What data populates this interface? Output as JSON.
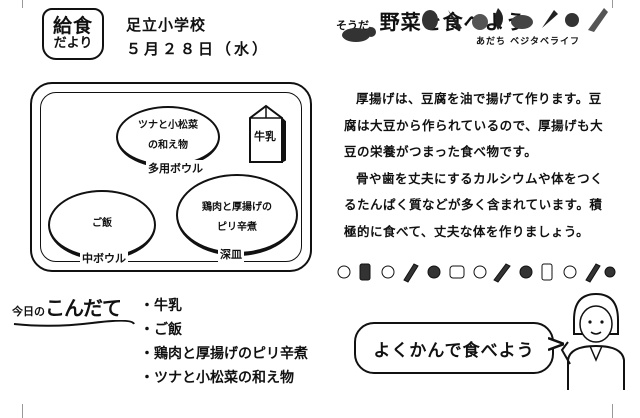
{
  "header": {
    "logo_line1": "給食",
    "logo_line2": "だより",
    "school": "足立小学校",
    "date": "５月２８日（水）"
  },
  "veg_banner": {
    "prefix": "そうだ、",
    "title": "野菜を食べよう",
    "subtitle": "あだち ベジタベライフ"
  },
  "tray": {
    "bowl_top_text_line1": "ツナと小松菜",
    "bowl_top_text_line2": "の和え物",
    "bowl_top_label": "多用ボウル",
    "bowl_left_text": "ご飯",
    "bowl_left_label": "中ボウル",
    "plate_right_text_line1": "鶏肉と厚揚げの",
    "plate_right_text_line2": "ピリ辛煮",
    "plate_right_label": "深皿",
    "milk_label": "牛乳"
  },
  "article": {
    "p1": "厚揚げは、豆腐を油で揚げて作ります。豆腐は大豆から作られているので、厚揚げも大豆の栄養がつまった食べ物です。",
    "p2": "骨や歯を丈夫にするカルシウムや体をつくるたんぱく質などが多く含まれています。積極的に食べて、丈夫な体を作りましょう。"
  },
  "menu": {
    "title_prefix": "今日の",
    "title_main": "こんだて",
    "items": [
      "牛乳",
      "ご飯",
      "鶏肉と厚揚げのピリ辛煮",
      "ツナと小松菜の和え物"
    ]
  },
  "chew": {
    "text": "よくかんで食べよう"
  },
  "colors": {
    "ink": "#111111",
    "paper": "#ffffff",
    "crop_mark": "#999999"
  }
}
